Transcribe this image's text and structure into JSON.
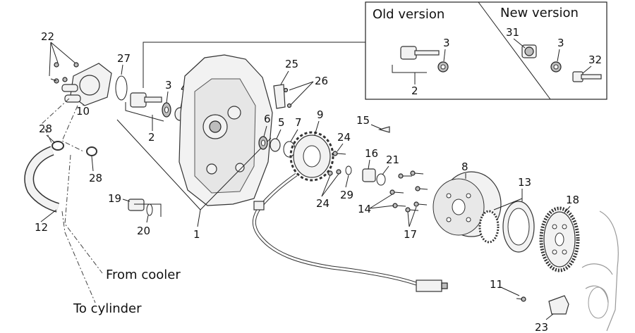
{
  "inset": {
    "old_version": "Old version",
    "new_version": "New version"
  },
  "flows": {
    "from_cooler": "From cooler",
    "to_cylinder": "To cylinder"
  },
  "labels": {
    "p1": "1",
    "p2a": "2",
    "p2b": "2",
    "p3a": "3",
    "p3b": "3",
    "p3c": "3",
    "p4": "4",
    "p5": "5",
    "p6": "6",
    "p7": "7",
    "p8": "8",
    "p9": "9",
    "p10": "10",
    "p11": "11",
    "p12": "12",
    "p13": "13",
    "p14": "14",
    "p15": "15",
    "p16": "16",
    "p17": "17",
    "p18": "18",
    "p19": "19",
    "p20": "20",
    "p21": "21",
    "p22": "22",
    "p23": "23",
    "p24a": "24",
    "p24b": "24",
    "p25": "25",
    "p26": "26",
    "p27": "27",
    "p28a": "28",
    "p28b": "28",
    "p29": "29",
    "p31": "31",
    "p32": "32"
  }
}
